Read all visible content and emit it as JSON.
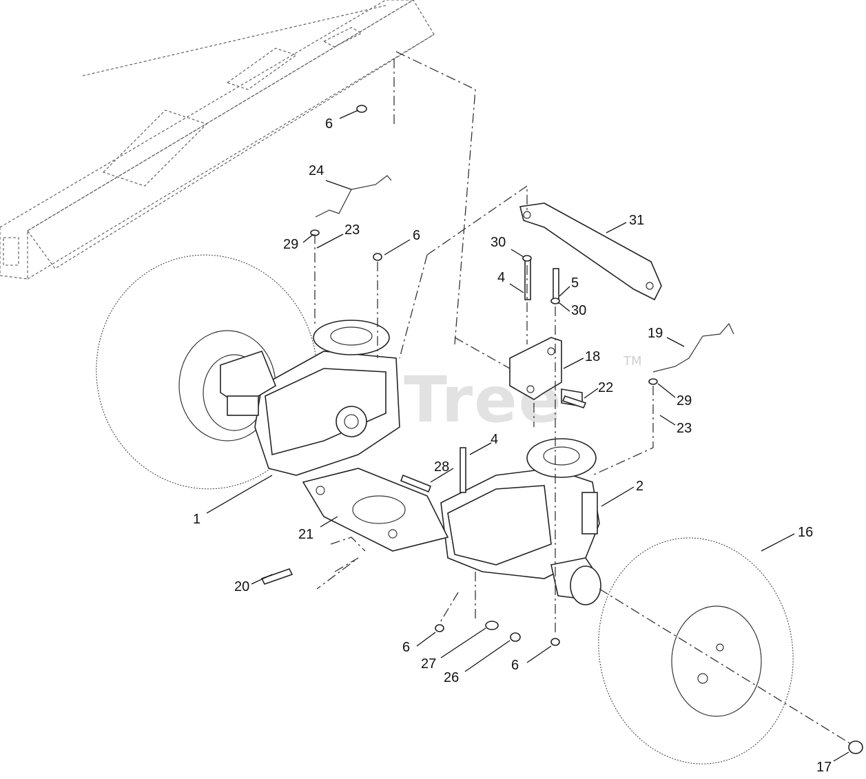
{
  "watermark": {
    "text": "PartsTree",
    "trademark": "TM"
  },
  "callouts": [
    {
      "id": "c6a",
      "label": "6"
    },
    {
      "id": "c24",
      "label": "24"
    },
    {
      "id": "c29a",
      "label": "29"
    },
    {
      "id": "c23a",
      "label": "23"
    },
    {
      "id": "c6b",
      "label": "6"
    },
    {
      "id": "c31",
      "label": "31"
    },
    {
      "id": "c30a",
      "label": "30"
    },
    {
      "id": "c4a",
      "label": "4"
    },
    {
      "id": "c5",
      "label": "5"
    },
    {
      "id": "c30b",
      "label": "30"
    },
    {
      "id": "c19",
      "label": "19"
    },
    {
      "id": "c18",
      "label": "18"
    },
    {
      "id": "c22",
      "label": "22"
    },
    {
      "id": "c29b",
      "label": "29"
    },
    {
      "id": "c23b",
      "label": "23"
    },
    {
      "id": "c4b",
      "label": "4"
    },
    {
      "id": "c28",
      "label": "28"
    },
    {
      "id": "c2",
      "label": "2"
    },
    {
      "id": "c1",
      "label": "1"
    },
    {
      "id": "c21",
      "label": "21"
    },
    {
      "id": "c16",
      "label": "16"
    },
    {
      "id": "c20",
      "label": "20"
    },
    {
      "id": "c6c",
      "label": "6"
    },
    {
      "id": "c27",
      "label": "27"
    },
    {
      "id": "c26",
      "label": "26"
    },
    {
      "id": "c6d",
      "label": "6"
    },
    {
      "id": "c17",
      "label": "17"
    }
  ]
}
